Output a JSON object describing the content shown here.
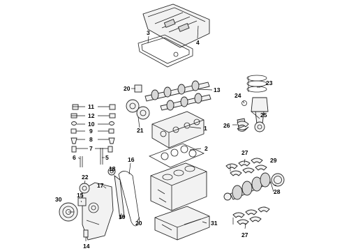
{
  "callouts": [
    "1",
    "2",
    "3",
    "4",
    "5",
    "6",
    "7",
    "8",
    "9",
    "10",
    "11",
    "12",
    "13",
    "14",
    "15",
    "16",
    "17",
    "18",
    "19",
    "20",
    "20",
    "21",
    "22",
    "23",
    "24",
    "25",
    "26",
    "27",
    "27",
    "28",
    "29",
    "30",
    "31"
  ]
}
